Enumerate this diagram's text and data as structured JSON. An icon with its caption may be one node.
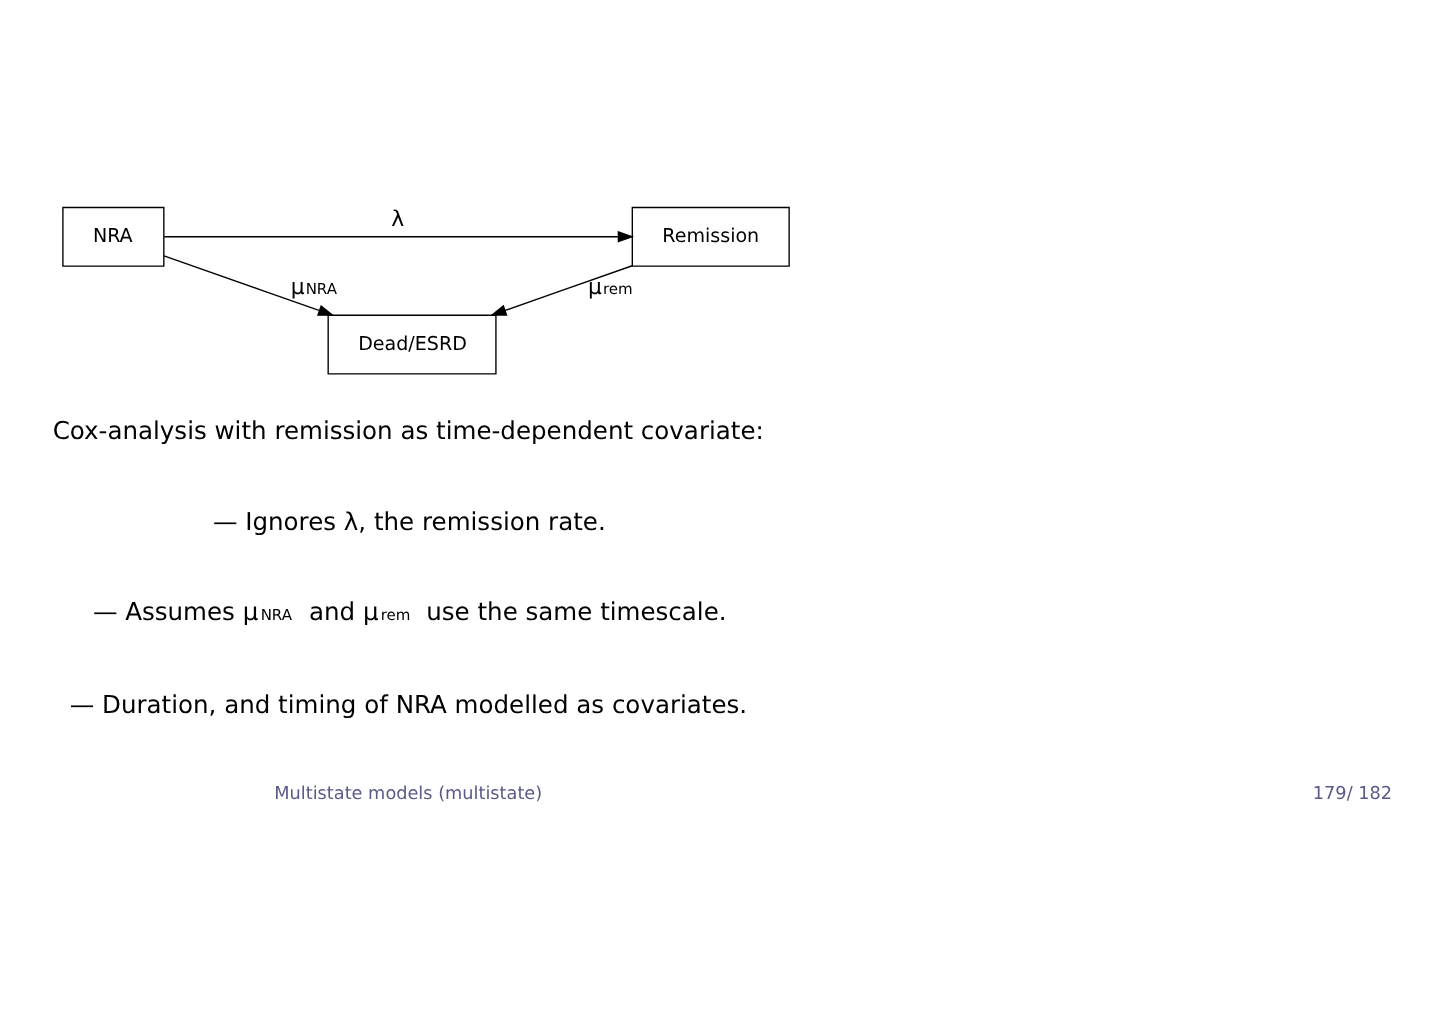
{
  "diagram": {
    "nodes": [
      {
        "text": [
          "NRA"
        ]
      },
      {
        "text": [
          "Remission"
        ]
      },
      {
        "text": [
          "Dead/ESRD"
        ]
      }
    ],
    "edges": [
      {
        "from": 0,
        "to": 1,
        "arrow": "to",
        "label": "λ"
      },
      {
        "from": 0,
        "to": 2,
        "arrow": "to",
        "label": "μ$_{NRA}$"
      },
      {
        "from": 1,
        "to": 2,
        "arrow": "to",
        "label": "μ$_{rem}$"
      }
    ],
    "labels": [
      "Cox-analysis with remission as time-dependent covariate:",
      "— Ignores λ, the remission rate.",
      "— Assumes μ$_{NRA}$ and μ$_{rem}$ use the same timescale.",
      "— Duration, and timing of NRA modelled as covariates.",
      "Multistate models (multistate)",
      "179/ 182"
    ]
  }
}
